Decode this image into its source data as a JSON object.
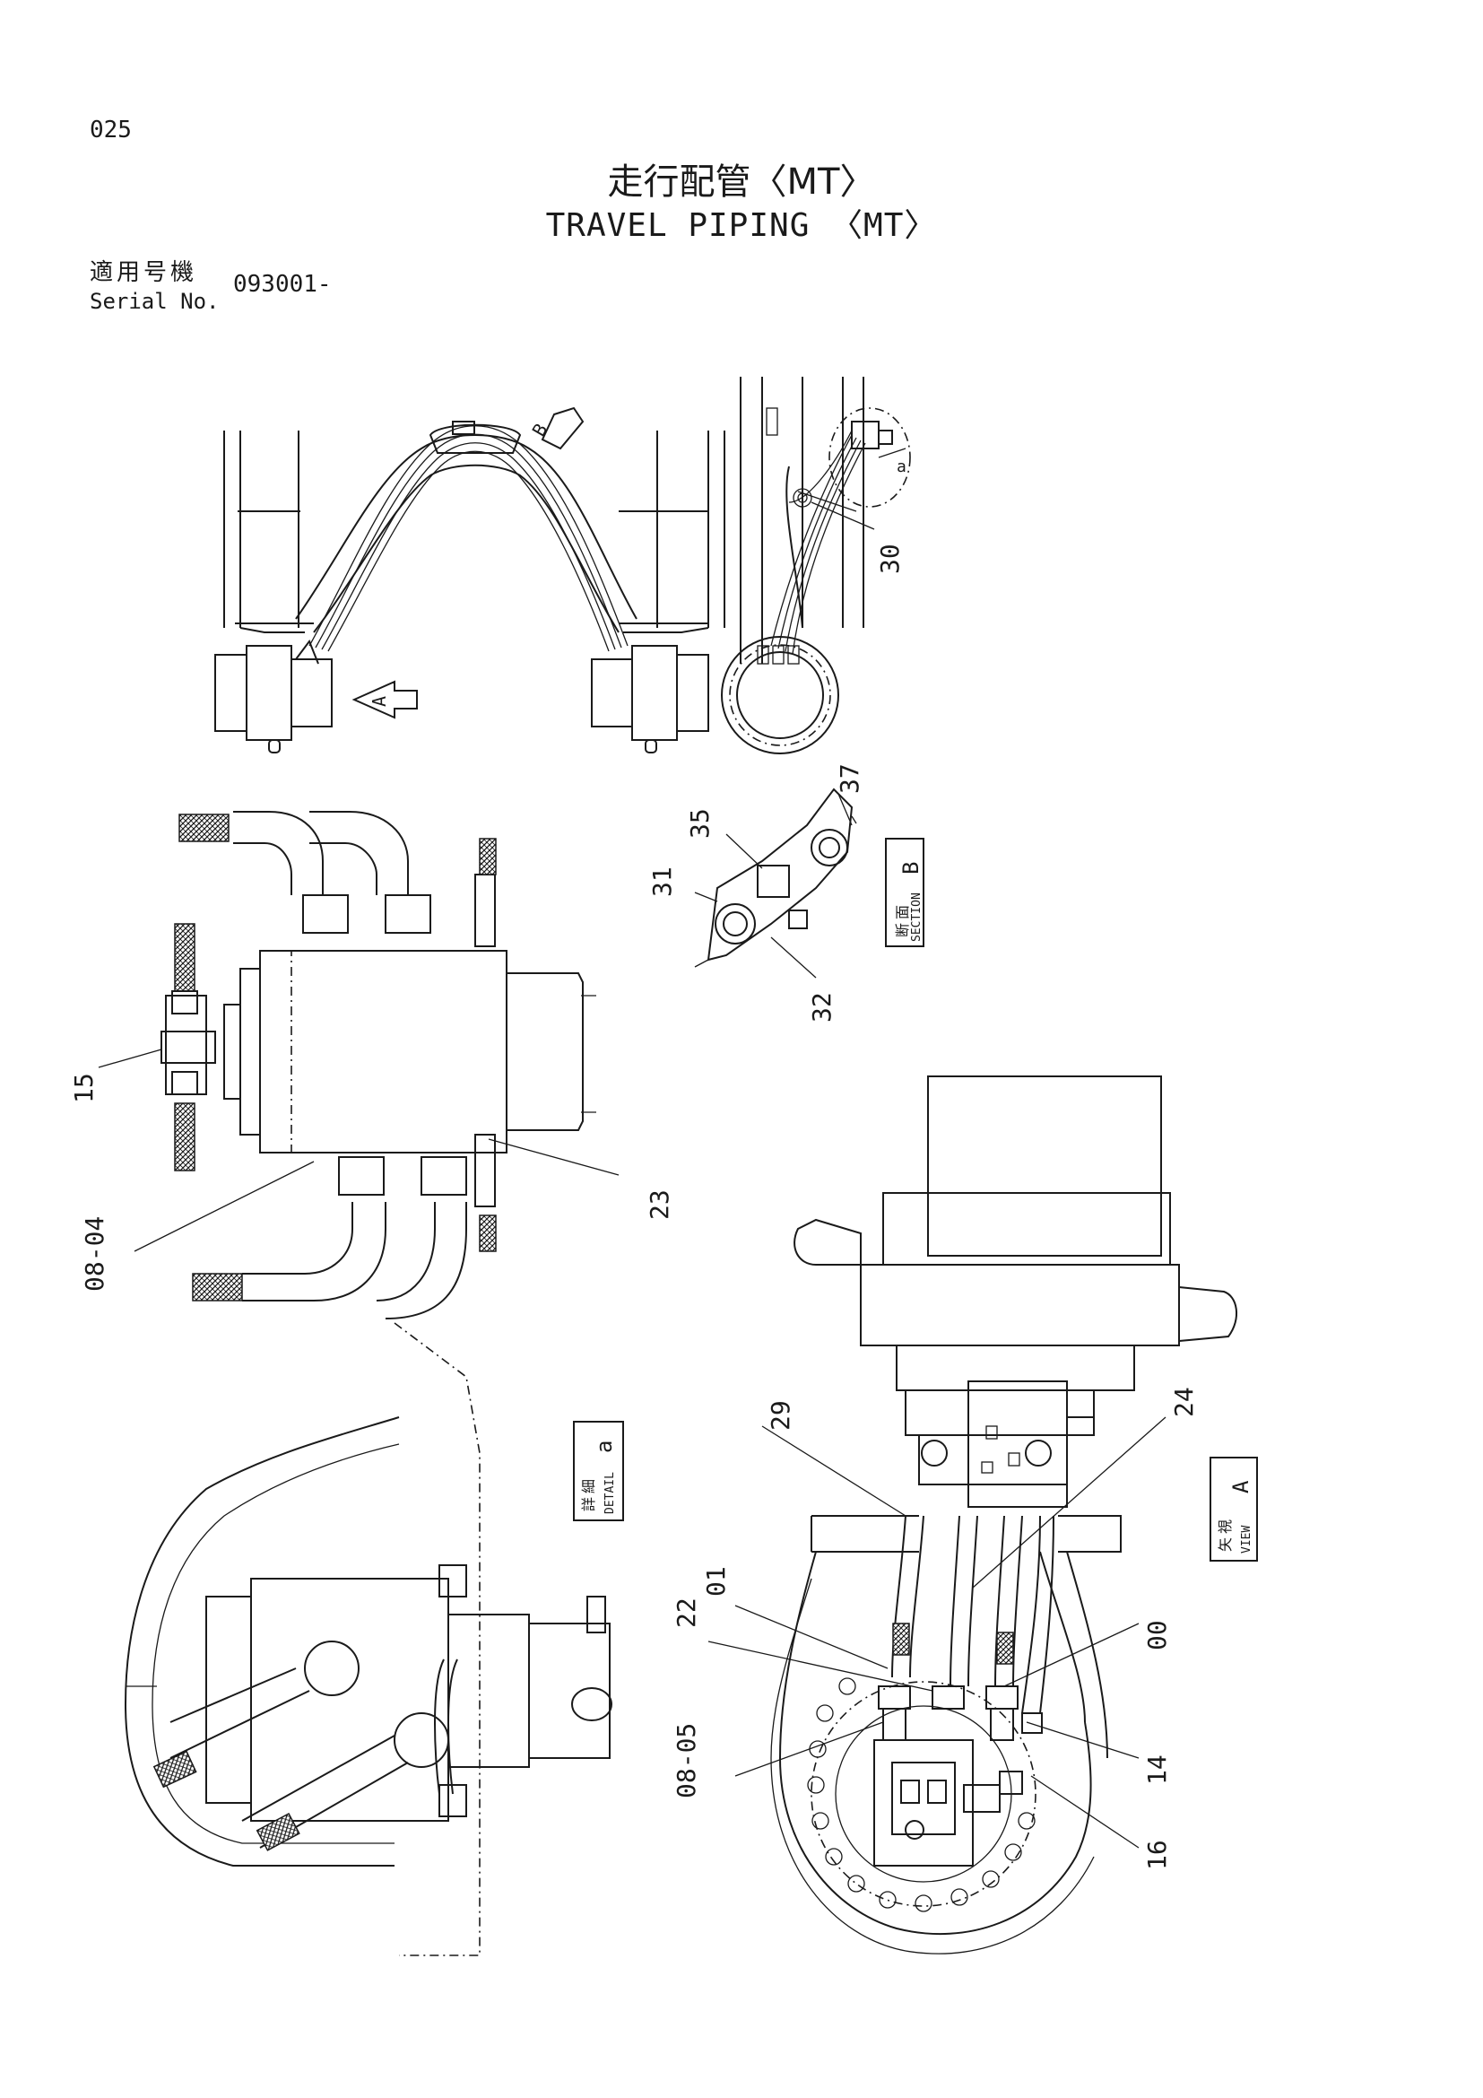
{
  "page": {
    "number": "025"
  },
  "title": {
    "japanese": "走行配管〈MT〉",
    "english": "TRAVEL PIPING 〈MT〉"
  },
  "serial": {
    "label_jp": "適用号機",
    "label_en": "Serial No.",
    "value": "093001-"
  },
  "views": {
    "section_b": {
      "label_jp_1": "断",
      "label_jp_2": "面",
      "label_en": "SECTION",
      "letter": "B"
    },
    "detail_a": {
      "label_jp_1": "詳",
      "label_jp_2": "細",
      "label_en": "DETAIL",
      "letter": "a"
    },
    "view_a": {
      "label_jp_1": "矢",
      "label_jp_2": "視",
      "label_en": "VIEW",
      "letter": "A"
    },
    "arrow_a": "A",
    "arrow_b": "B",
    "detail_marker": "a"
  },
  "callouts": {
    "p30": "30",
    "p37": "37",
    "p35": "35",
    "p31": "31",
    "p32": "32",
    "p15": "15",
    "p23": "23",
    "p08_04": "08-04",
    "p29": "29",
    "p24": "24",
    "p01": "01",
    "p22": "22",
    "p00": "00",
    "p08_05": "08-05",
    "p14": "14",
    "p16": "16"
  }
}
